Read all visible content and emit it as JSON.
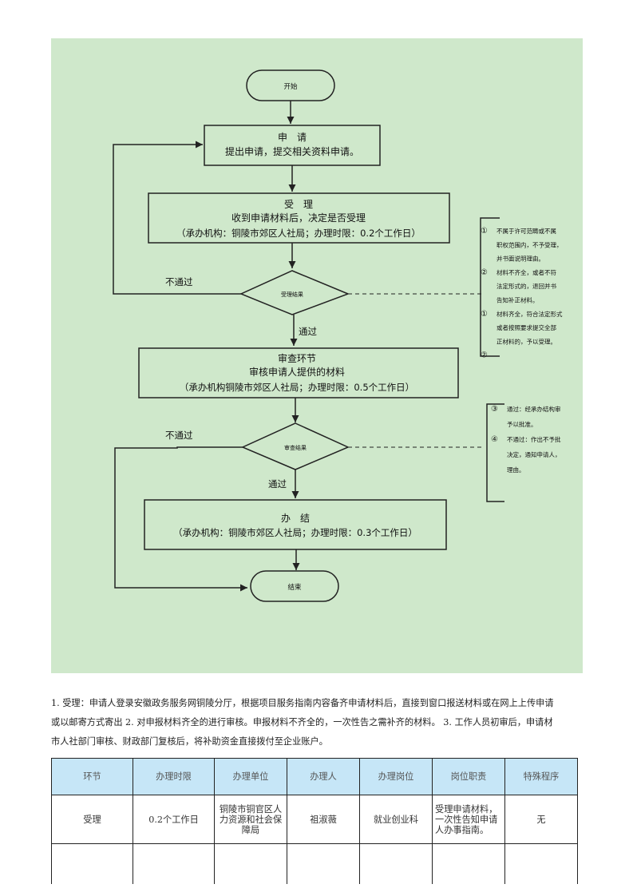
{
  "flowchart": {
    "start_label": "开始",
    "apply": {
      "title": "申　请",
      "desc": "提出申请，提交相关资料申请。"
    },
    "accept": {
      "title": "受　理",
      "desc": "收到申请材料后，决定是否受理",
      "note": "（承办机构：铜陵市郊区人社局；办理时限：0.2个工作日）"
    },
    "decision1": {
      "label": "受理结果",
      "fail": "不通过",
      "pass": "通过"
    },
    "review": {
      "title": "审查环节",
      "desc": "审核申请人提供的材料",
      "note": "（承办机构铜陵市郊区人社局；办理时限：0.5个工作日）"
    },
    "decision2": {
      "label": "审查结果",
      "fail": "不通过",
      "pass": "通过"
    },
    "complete": {
      "title": "办　结",
      "note": "（承办机构：铜陵市郊区人社局；办理时限：0.3个工作日）"
    },
    "end_label": "结束",
    "side_note1": {
      "lines": [
        {
          "num": "①",
          "text": "不属于许可范畴或不属"
        },
        {
          "num": "",
          "text": "职权范围内，不予受理，"
        },
        {
          "num": "",
          "text": "并书面说明理由。"
        },
        {
          "num": "②",
          "text": "材料不齐全，或者不符"
        },
        {
          "num": "",
          "text": "法定形式的，退回并书"
        },
        {
          "num": "",
          "text": "告知补正材料。"
        },
        {
          "num": "①",
          "text": "材料齐全，符合法定形式"
        },
        {
          "num": "",
          "text": "或者按照要求提交全部"
        },
        {
          "num": "",
          "text": "正材料的，予以受理。"
        },
        {
          "num": "②",
          "text": ""
        }
      ]
    },
    "side_note2": {
      "lines": [
        {
          "num": "③",
          "text": "通过：经承办结构审"
        },
        {
          "num": "",
          "text": "予以批准。"
        },
        {
          "num": "④",
          "text": "不通过：作出不予批"
        },
        {
          "num": "",
          "text": "决定，通知申请人，"
        },
        {
          "num": "",
          "text": "理由。"
        }
      ]
    }
  },
  "description": {
    "line1": "1. 受理：申请人登录安徽政务服务网铜陵分厅，根据项目服务指南内容备齐申请材料后，直接到窗口报送材料或在网上上传申请",
    "line2": "或以邮寄方式寄出 2. 对申报材料齐全的进行审核。申报材料不齐全的，一次性告之需补齐的材料。 3. 工作人员初审后，申请材",
    "line3": "市人社部门审核、财政部门复核后，将补助资金直接拨付至企业账户。"
  },
  "table": {
    "headers": [
      "环节",
      "办理时限",
      "办理单位",
      "办理人",
      "办理岗位",
      "岗位职责",
      "特殊程序"
    ],
    "rows": [
      [
        "受理",
        "0.2个工作日",
        "铜陵市铜官区人力资源和社会保障局",
        "祖淑薇",
        "就业创业科",
        "受理申请材料，一次性告知申请人办事指南。",
        "无"
      ],
      [
        "",
        "",
        "",
        "",
        "",
        "",
        ""
      ]
    ]
  }
}
